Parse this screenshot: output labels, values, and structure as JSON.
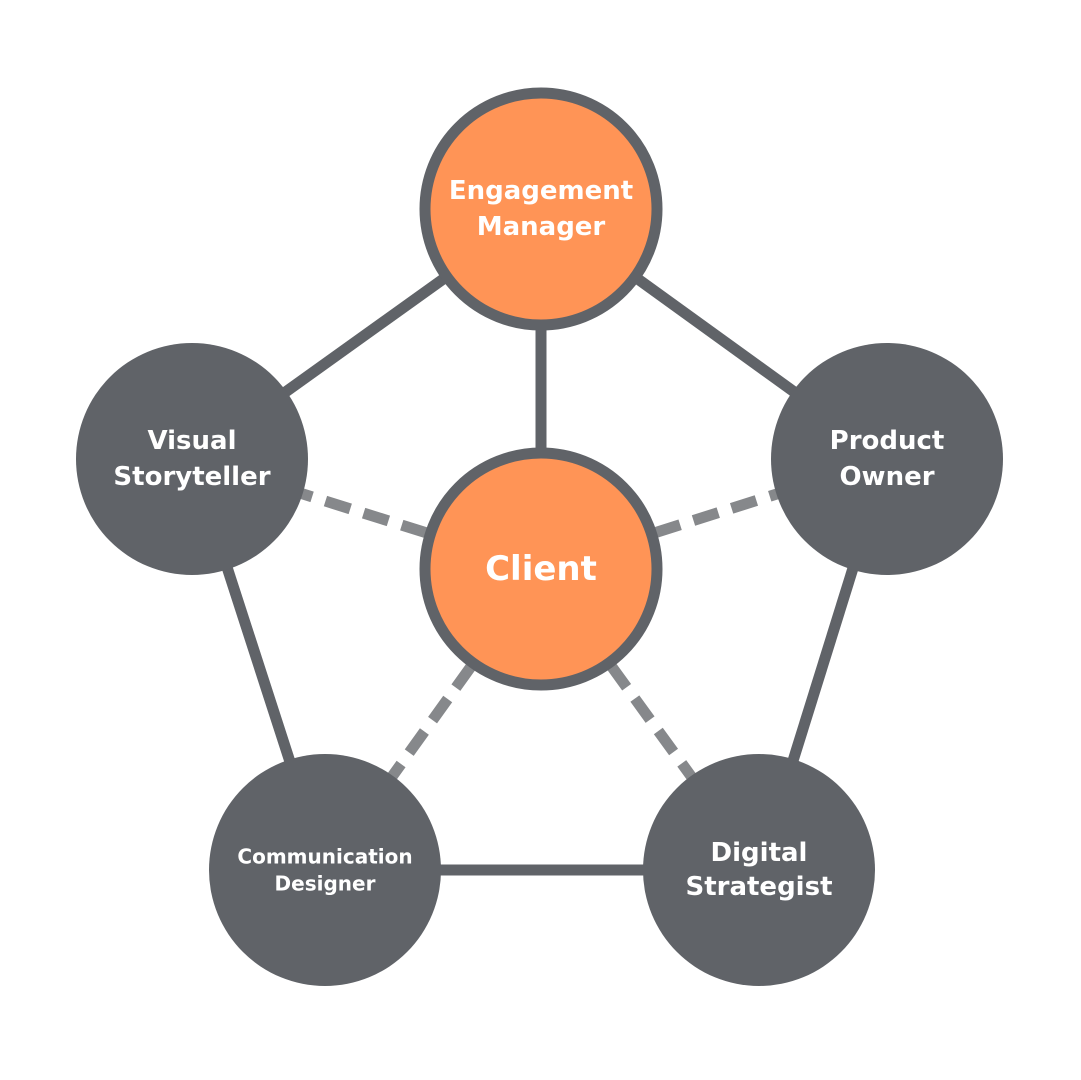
{
  "colors": {
    "accent_orange": "#FF9456",
    "node_gray": "#606368",
    "ring_gray": "#606368",
    "dashed_gray": "#86888b",
    "label_white": "#ffffff"
  },
  "nodes": [
    {
      "id": "engagement-manager",
      "lines": [
        "Engagement",
        "Manager"
      ],
      "style": "orange"
    },
    {
      "id": "client",
      "lines": [
        "Client"
      ],
      "style": "orange"
    },
    {
      "id": "visual-storyteller",
      "lines": [
        "Visual",
        "Storyteller"
      ],
      "style": "gray"
    },
    {
      "id": "product-owner",
      "lines": [
        "Product",
        "Owner"
      ],
      "style": "gray"
    },
    {
      "id": "communication-designer",
      "lines": [
        "Communication",
        "Designer"
      ],
      "style": "gray"
    },
    {
      "id": "digital-strategist",
      "lines": [
        "Digital",
        "Strategist"
      ],
      "style": "gray"
    }
  ],
  "links": [
    {
      "from": "engagement-manager",
      "to": "visual-storyteller",
      "style": "solid"
    },
    {
      "from": "engagement-manager",
      "to": "product-owner",
      "style": "solid"
    },
    {
      "from": "engagement-manager",
      "to": "client",
      "style": "solid"
    },
    {
      "from": "visual-storyteller",
      "to": "communication-designer",
      "style": "solid"
    },
    {
      "from": "product-owner",
      "to": "digital-strategist",
      "style": "solid"
    },
    {
      "from": "communication-designer",
      "to": "digital-strategist",
      "style": "solid"
    },
    {
      "from": "client",
      "to": "visual-storyteller",
      "style": "dashed"
    },
    {
      "from": "client",
      "to": "product-owner",
      "style": "dashed"
    },
    {
      "from": "client",
      "to": "communication-designer",
      "style": "dashed"
    },
    {
      "from": "client",
      "to": "digital-strategist",
      "style": "dashed"
    }
  ]
}
